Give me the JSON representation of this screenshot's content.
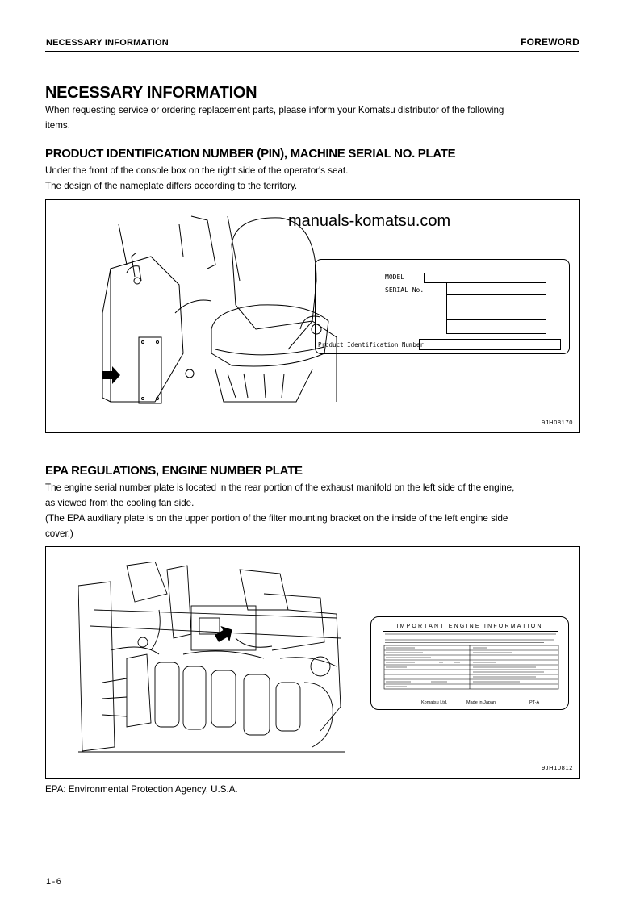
{
  "header": {
    "left": "NECESSARY INFORMATION",
    "right": "FOREWORD"
  },
  "title": "NECESSARY INFORMATION",
  "intro": {
    "line1": "When requesting service or ordering replacement parts, please inform your Komatsu distributor of the following",
    "line2": "items."
  },
  "pin_section": {
    "heading": "PRODUCT IDENTIFICATION NUMBER (PIN), MACHINE SERIAL NO. PLATE",
    "line1": "Under the front of the console box on the right side of the operator's seat.",
    "line2": "The design of the nameplate differs according to the territory.",
    "figure": {
      "watermark": "manuals-komatsu.com",
      "plate_model": "MODEL",
      "plate_serial": "SERIAL No.",
      "plate_pin": "Product Identification Number",
      "code": "9JH08170"
    }
  },
  "epa_section": {
    "heading": "EPA REGULATIONS, ENGINE NUMBER PLATE",
    "line1": "The engine serial number plate is located in the rear portion of the exhaust manifold on the left side of the engine,",
    "line2": "as viewed from the cooling fan side.",
    "line3": "(The EPA auxiliary plate is on the upper portion of the filter mounting bracket on the inside of the left engine side",
    "line4": "cover.)",
    "figure": {
      "plate_title": "IMPORTANT ENGINE INFORMATION",
      "plate_maker": "Komatsu Ltd.",
      "plate_made": "Made in Japan",
      "plate_pt": "PT-A",
      "code": "9JH10812"
    }
  },
  "footnote": "EPA: Environmental Protection Agency, U.S.A.",
  "page_number": "1-6"
}
